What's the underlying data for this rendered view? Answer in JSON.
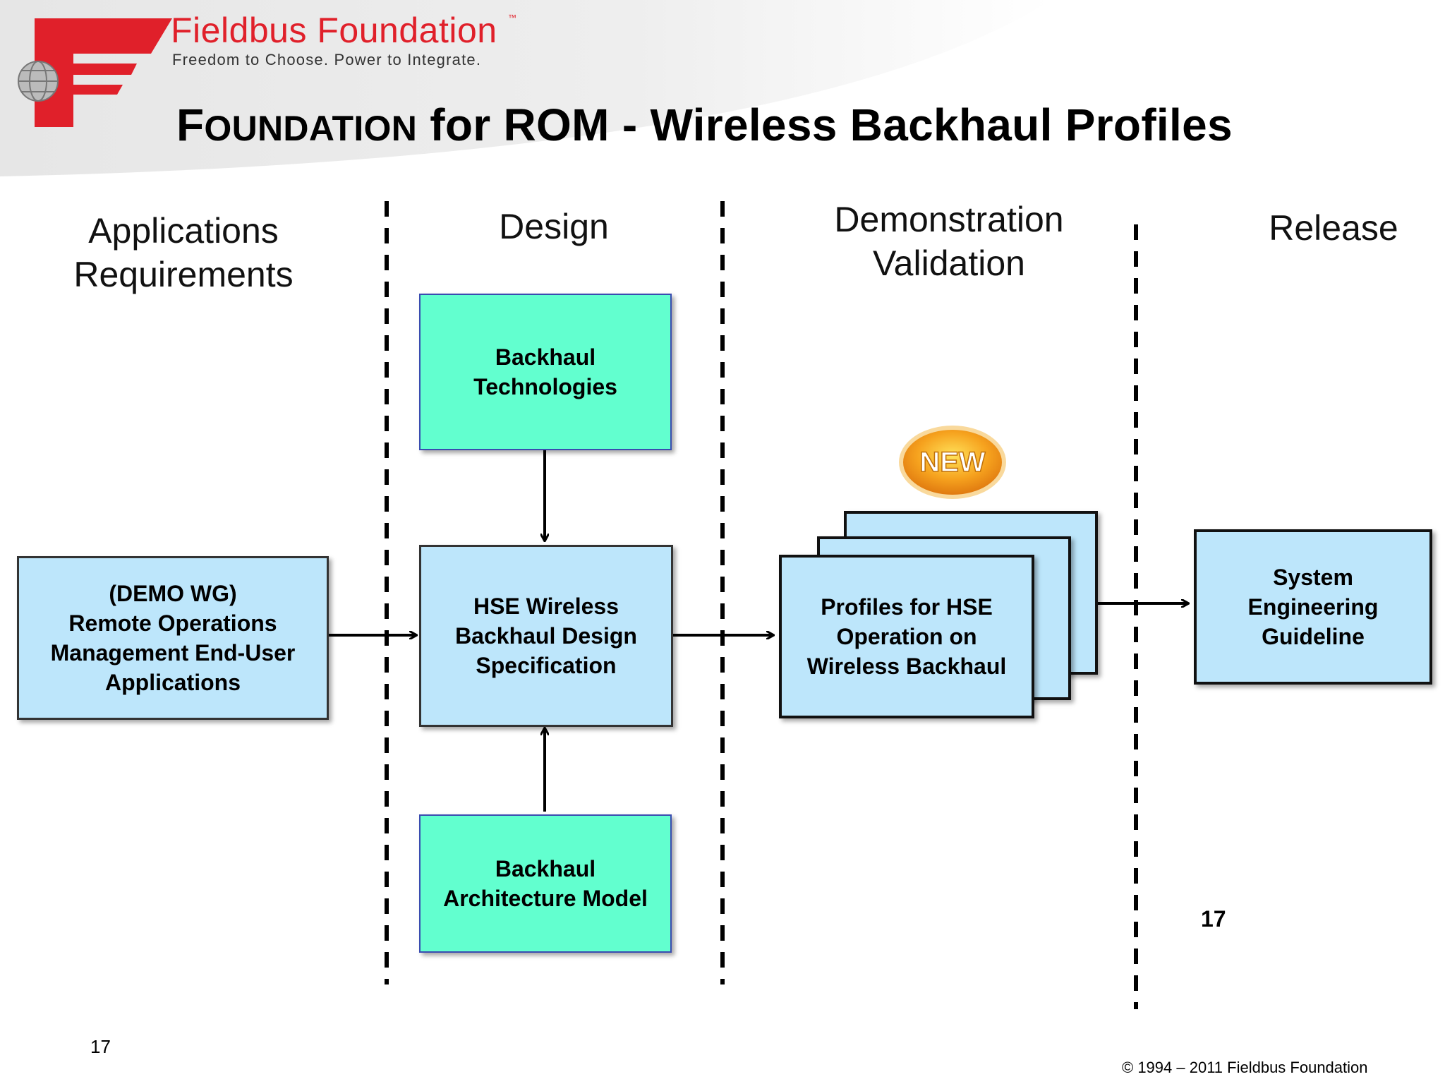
{
  "header": {
    "brand_name": "Fieldbus Foundation",
    "trademark": "™",
    "tagline": "Freedom to Choose. Power to Integrate.",
    "title_cap_f": "F",
    "title_small": "OUNDATION",
    "title_rest": " for ROM - Wireless Backhaul Profiles"
  },
  "columns": {
    "applications": "Applications\nRequirements",
    "design": "Design",
    "demonstration": "Demonstration\nValidation",
    "release": "Release"
  },
  "boxes": {
    "backhaul_technologies": "Backhaul\nTechnologies",
    "demo_wg": "(DEMO WG)\nRemote Operations\nManagement End-User\nApplications",
    "hse_spec": "HSE Wireless\nBackhaul Design\nSpecification",
    "backhaul_architecture": "Backhaul\nArchitecture Model",
    "profiles": "Profiles for HSE\nOperation on\nWireless Backhaul",
    "system_guideline": "System\nEngineering\nGuideline"
  },
  "badge": {
    "label": "NEW"
  },
  "footer": {
    "slide_number": "17",
    "inner_number": "17",
    "copyright": "© 1994 – 2011 Fieldbus Foundation"
  },
  "colors": {
    "teal_box": "#62ffcf",
    "blue_box": "#bde6fb",
    "brand_red": "#e0202a",
    "badge_orange": "#f29a1a"
  }
}
